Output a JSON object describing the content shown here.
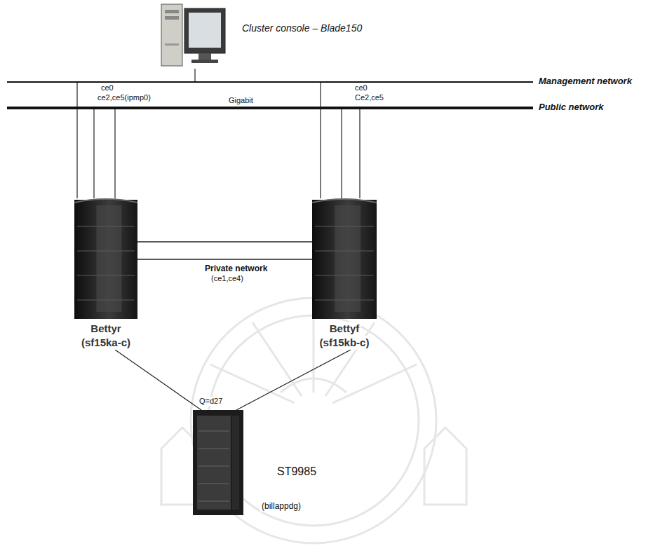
{
  "diagram": {
    "nodes": [
      {
        "text": [
          "Cluster console – Blade150"
        ]
      },
      {
        "text": [
          "Management network"
        ]
      },
      {
        "text": [
          "Public network"
        ]
      },
      {
        "text": [
          "Bettyr",
          "(sf15ka-c)"
        ]
      },
      {
        "text": [
          "Bettyf",
          "(sf15kb-c)"
        ]
      },
      {
        "text": [
          "ST9985",
          "(billappdg)"
        ]
      }
    ],
    "edges": [
      {
        "from": 0,
        "to": 1,
        "arrow": "none"
      },
      {
        "from": 3,
        "to": 1,
        "arrow": "none"
      },
      {
        "from": 3,
        "to": 2,
        "arrow": "none"
      },
      {
        "from": 3,
        "to": 2,
        "arrow": "none"
      },
      {
        "from": 4,
        "to": 1,
        "arrow": "none"
      },
      {
        "from": 4,
        "to": 2,
        "arrow": "none"
      },
      {
        "from": 4,
        "to": 2,
        "arrow": "none"
      },
      {
        "from": 3,
        "to": 4,
        "arrow": "none"
      },
      {
        "from": 3,
        "to": 4,
        "arrow": "none"
      },
      {
        "from": 3,
        "to": 5,
        "arrow": "none"
      },
      {
        "from": 4,
        "to": 5,
        "arrow": "none"
      }
    ],
    "labels": [
      "ce0",
      "ce2,ce5(ipmp0)",
      "Gigabit",
      "ce0",
      "Ce2,ce5",
      "Private network",
      "(ce1,ce4)",
      "Q=d27"
    ]
  }
}
